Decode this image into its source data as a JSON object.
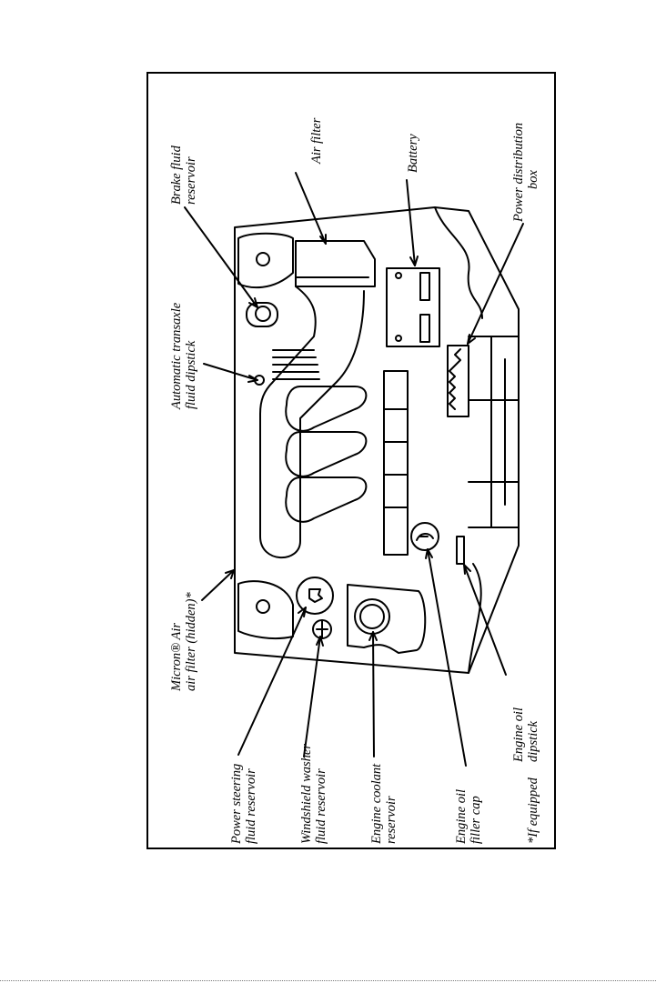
{
  "labels": {
    "power_steering": [
      "Power steering",
      "fluid reservoir"
    ],
    "windshield_washer": [
      "Windshield washer",
      "fluid reservoir"
    ],
    "engine_coolant": [
      "Engine coolant",
      "reservoir"
    ],
    "engine_oil_filler": [
      "Engine oil",
      "filler cap"
    ],
    "if_equipped": "*If equipped",
    "micron_air": [
      "Micron® Air",
      "air filter (hidden)*"
    ],
    "transaxle_dipstick": [
      "Automatic transaxle",
      "fluid dipstick"
    ],
    "brake_fluid": [
      "Brake fluid",
      "reservoir"
    ],
    "air_filter": "Air filter",
    "battery": "Battery",
    "power_distribution": [
      "Power distribution",
      "box"
    ],
    "engine_oil_dipstick": [
      "Engine oil",
      "dipstick"
    ]
  },
  "colors": {
    "ink": "#000000",
    "paper": "#ffffff"
  }
}
